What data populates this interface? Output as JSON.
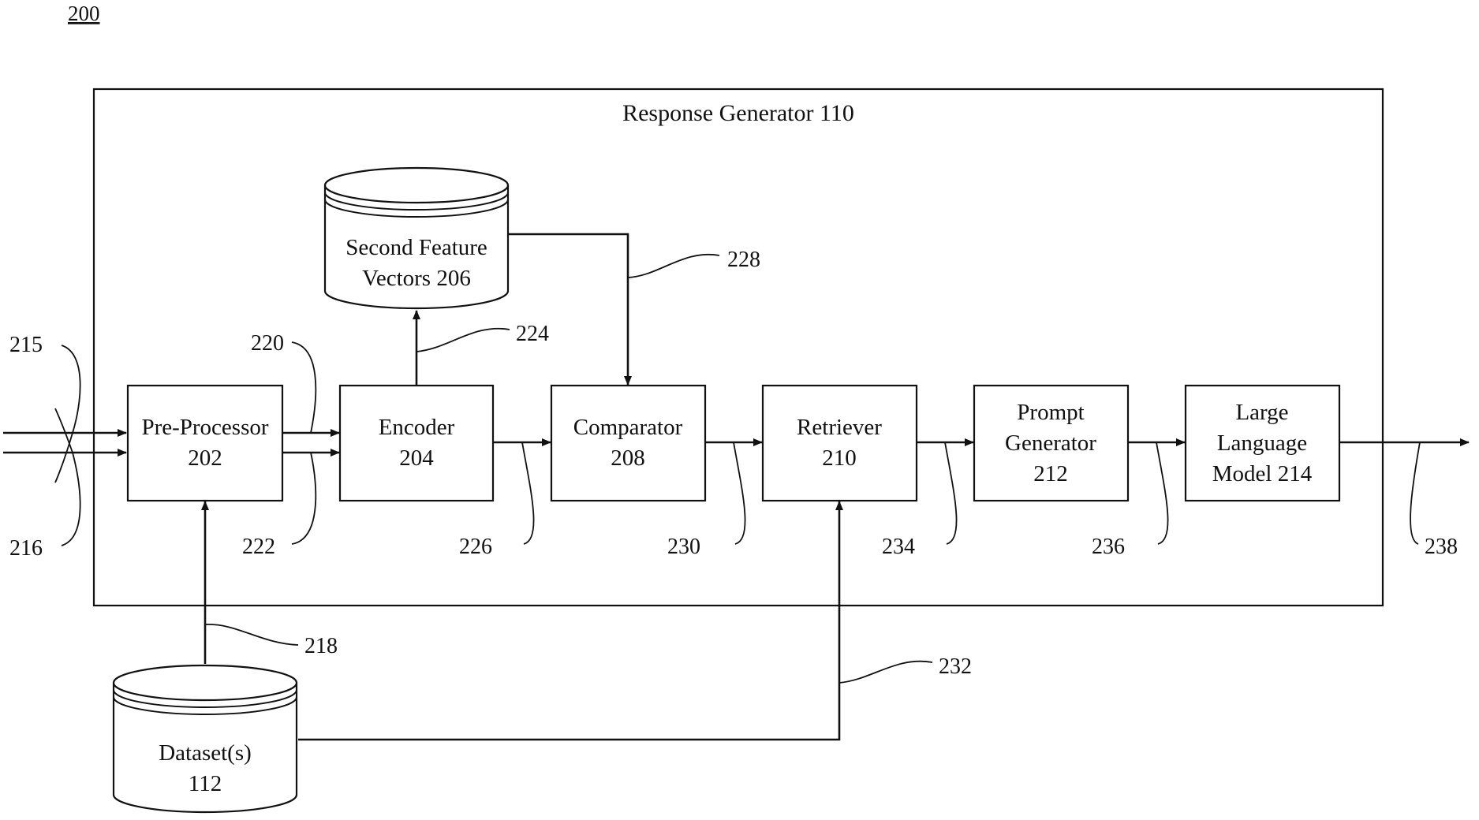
{
  "figure": {
    "number": "200",
    "container_title": "Response Generator 110"
  },
  "blocks": {
    "pre_processor": {
      "line1": "Pre-Processor",
      "line2": "202"
    },
    "encoder": {
      "line1": "Encoder",
      "line2": "204"
    },
    "comparator": {
      "line1": "Comparator",
      "line2": "208"
    },
    "retriever": {
      "line1": "Retriever",
      "line2": "210"
    },
    "prompt_generator": {
      "line1": "Prompt",
      "line2": "Generator",
      "line3": "212"
    },
    "llm": {
      "line1": "Large",
      "line2": "Language",
      "line3": "Model 214"
    }
  },
  "datastores": {
    "second_feature_vectors": {
      "line1": "Second Feature",
      "line2": "Vectors 206"
    },
    "datasets": {
      "line1": "Dataset(s)",
      "line2": "112"
    }
  },
  "refs": {
    "r215": "215",
    "r216": "216",
    "r218": "218",
    "r220": "220",
    "r222": "222",
    "r224": "224",
    "r226": "226",
    "r228": "228",
    "r230": "230",
    "r232": "232",
    "r234": "234",
    "r236": "236",
    "r238": "238"
  }
}
